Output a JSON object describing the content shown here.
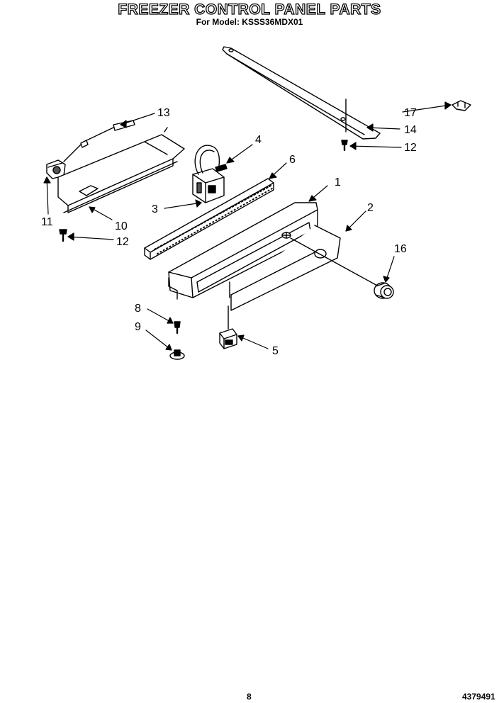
{
  "header": {
    "title": "FREEZER CONTROL PANEL PARTS",
    "subtitle": "For Model: KSSS36MDX01"
  },
  "callouts": [
    "1",
    "2",
    "3",
    "4",
    "5",
    "6",
    "8",
    "9",
    "10",
    "11",
    "12",
    "12",
    "13",
    "14",
    "16",
    "17"
  ],
  "footer": {
    "page_number": "8",
    "document_number": "4379491"
  }
}
